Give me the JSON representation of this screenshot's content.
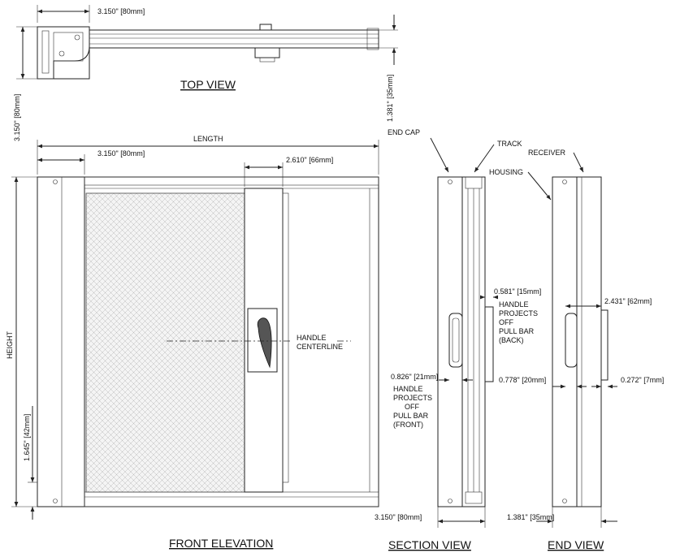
{
  "views": {
    "top": "TOP VIEW",
    "front": "FRONT ELEVATION",
    "section": "SECTION VIEW",
    "end": "END VIEW"
  },
  "dimensions": {
    "top_width": "3.150\" [80mm]",
    "top_height_left": "3.150\" [80mm]",
    "top_height_right": "1.381\" [35mm]",
    "length": "LENGTH",
    "front_endcap": "3.150\" [80mm]",
    "front_handle_width": "2.610\" [66mm]",
    "height": "HEIGHT",
    "front_bottom": "1.645\" [42mm]",
    "section_back": "0.581\" [15mm]",
    "section_front": "0.826\" [21mm]",
    "section_bottom": "3.150\" [80mm]",
    "end_handle": "2.431\" [62mm]",
    "end_left": "0.778\" [20mm]",
    "end_right": "0.272\" [7mm]",
    "end_bottom": "1.381\" [35mm]"
  },
  "labels": {
    "handle_centerline_1": "HANDLE",
    "handle_centerline_2": "CENTERLINE",
    "end_cap": "END CAP",
    "track": "TRACK",
    "receiver": "RECEIVER",
    "housing": "HOUSING",
    "back_note": [
      "HANDLE",
      "PROJECTS",
      "OFF",
      "PULL BAR",
      "(BACK)"
    ],
    "front_note": [
      "HANDLE",
      "PROJECTS",
      "OFF",
      "PULL BAR",
      "(FRONT)"
    ]
  }
}
